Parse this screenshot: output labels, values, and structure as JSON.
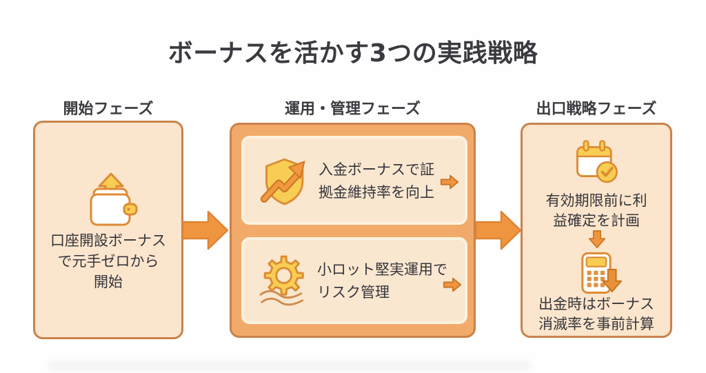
{
  "title": "ボーナスを活かす3つの実践戦略",
  "phases": {
    "start": {
      "header": "開始フェーズ",
      "icon": "wallet-bonus-icon",
      "text": "口座開設ボーナス\nで元手ゼロから\n開始"
    },
    "manage": {
      "header": "運用・管理フェーズ",
      "items": [
        {
          "icon": "shield-trend-icon",
          "text": "入金ボーナスで証\n拠金維持率を向上"
        },
        {
          "icon": "gear-waves-icon",
          "text": "小ロット堅実運用で\nリスク管理"
        }
      ]
    },
    "exit": {
      "header": "出口戦略フェーズ",
      "items": [
        {
          "icon": "calendar-check-icon",
          "text": "有効期限前に利\n益確定を計画"
        },
        {
          "icon": "calculator-down-icon",
          "text": "出金時はボーナス\n消滅率を事前計算"
        }
      ]
    }
  },
  "flow": {
    "arrow_1": "start-to-manage",
    "arrow_2": "manage-to-exit"
  },
  "colors": {
    "background": "#FEFEFE",
    "title_text": "#3A3A40",
    "body_text": "#35353B",
    "card_bg": "#FBE5CC",
    "card_border": "#C8824A",
    "mid_card_bg": "#F2AA6A",
    "inner_card_bg": "#FAE7D0",
    "inner_card_border": "#FBF2DE",
    "arrow_fill": "#F0953F",
    "arrow_outline": "#C97526",
    "icon_yellow": "#F7CE53",
    "icon_outline": "#DD8B33"
  }
}
